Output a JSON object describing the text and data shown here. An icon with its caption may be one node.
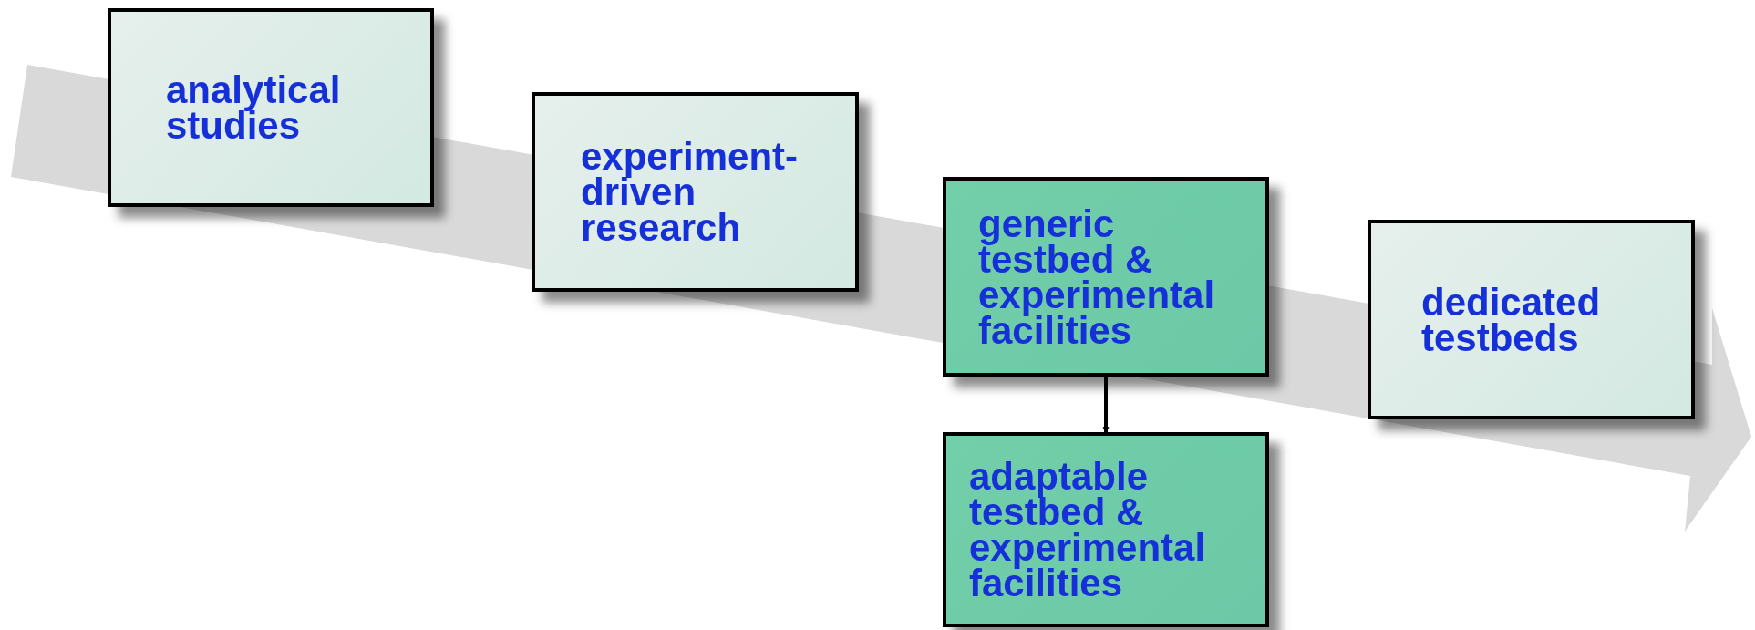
{
  "diagram": {
    "nodes": [
      {
        "text": [
          "analytical studies"
        ]
      },
      {
        "text": [
          "experiment- driven research"
        ]
      },
      {
        "text": [
          "generic testbed & experimental facilities"
        ]
      },
      {
        "text": [
          "dedicated testbeds"
        ]
      },
      {
        "text": [
          "adaptable testbed & experimental facilities"
        ]
      }
    ],
    "edges": [
      {
        "from": 2,
        "to": 4,
        "arrow": "to"
      }
    ]
  }
}
